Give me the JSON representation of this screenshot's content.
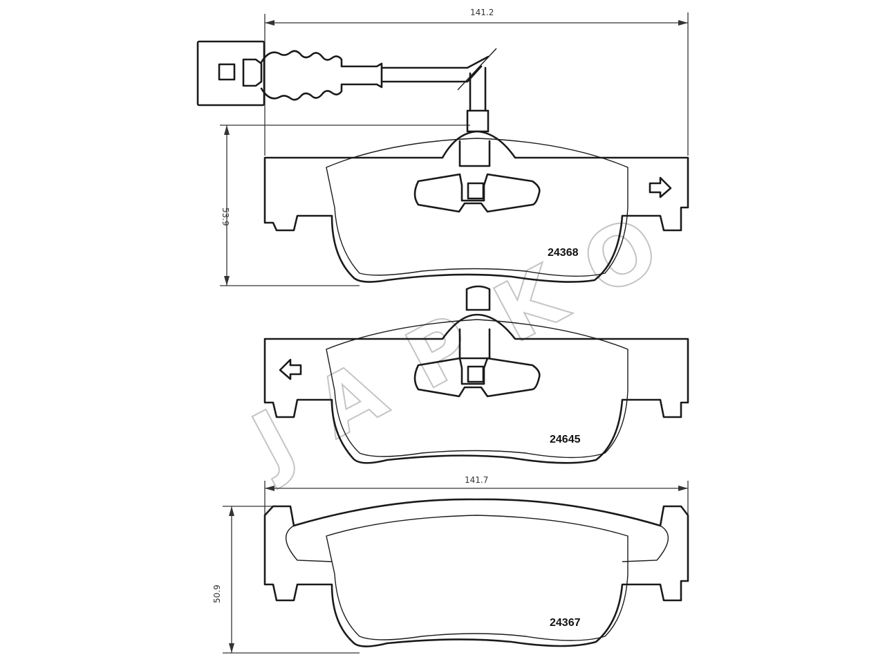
{
  "dimensions": {
    "top_width": "141.2",
    "top_height": "53.9",
    "bottom_width": "141.7",
    "bottom_height": "50.9"
  },
  "parts": {
    "pad_top": "24368",
    "pad_middle": "24645",
    "pad_bottom": "24367"
  },
  "watermark": {
    "brand": "JAPKO"
  },
  "icons": [
    "connector-plug-icon",
    "wear-sensor-cable-icon",
    "arrow-right-icon",
    "arrow-left-icon"
  ]
}
